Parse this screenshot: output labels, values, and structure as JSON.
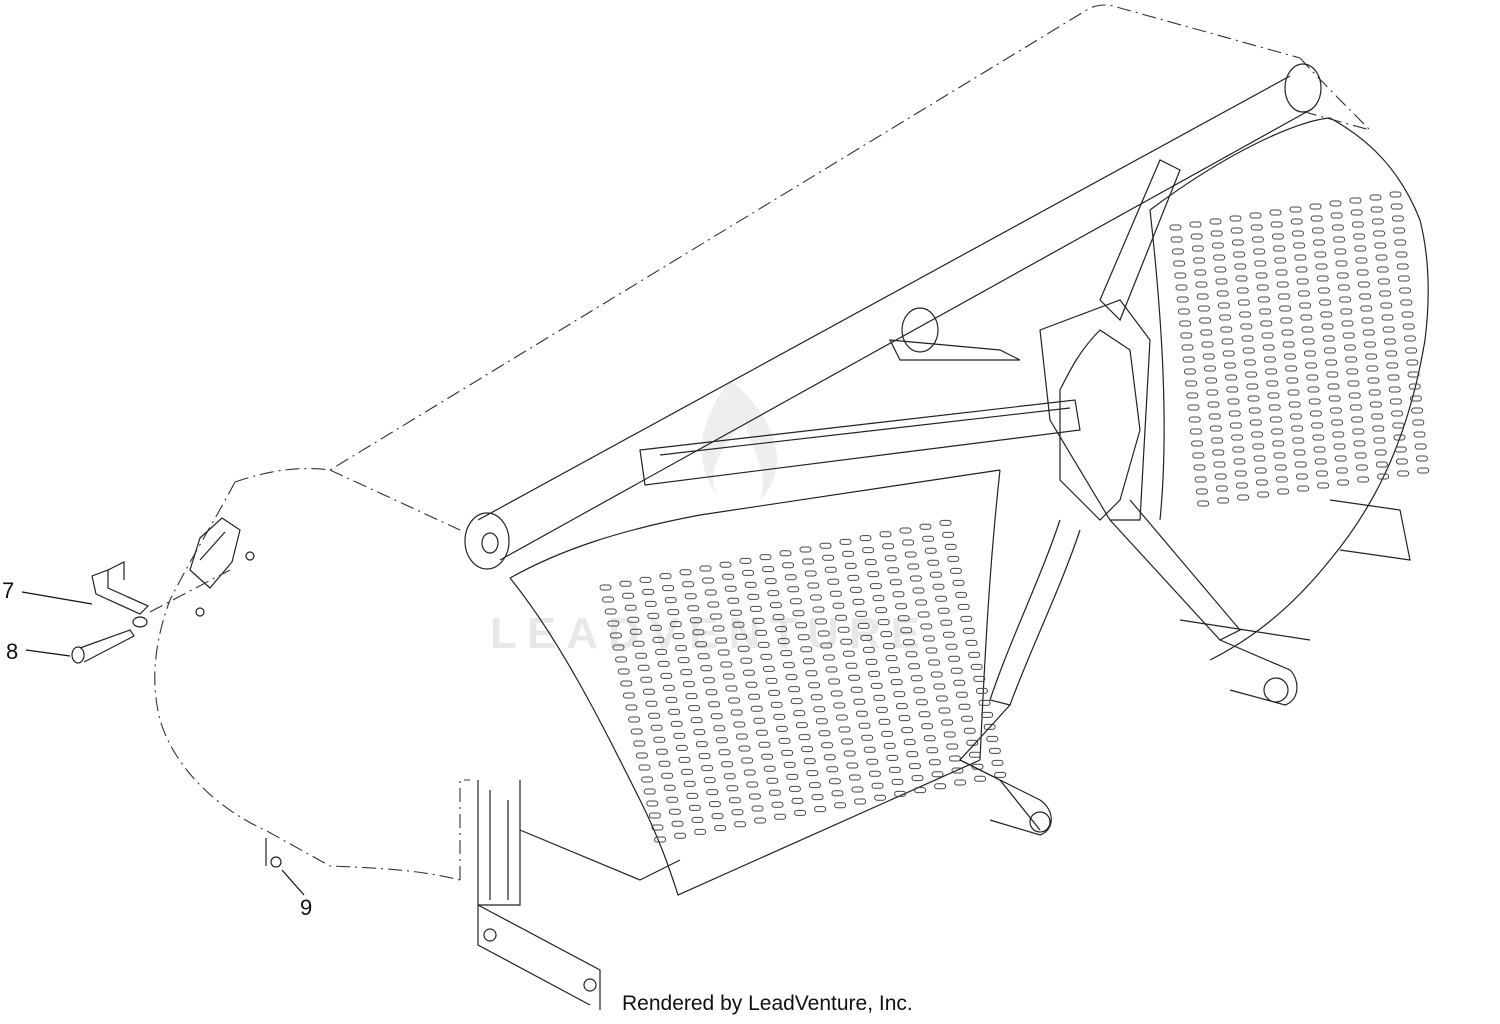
{
  "diagram": {
    "callouts": [
      {
        "id": "7",
        "label": "7"
      },
      {
        "id": "8",
        "label": "8"
      },
      {
        "id": "9",
        "label": "9"
      }
    ],
    "credit": "Rendered by LeadVenture, Inc.",
    "watermark": "LEADVENTURE"
  },
  "colors": {
    "line": "#222222",
    "background": "#ffffff",
    "watermark": "#e6e6e6"
  }
}
